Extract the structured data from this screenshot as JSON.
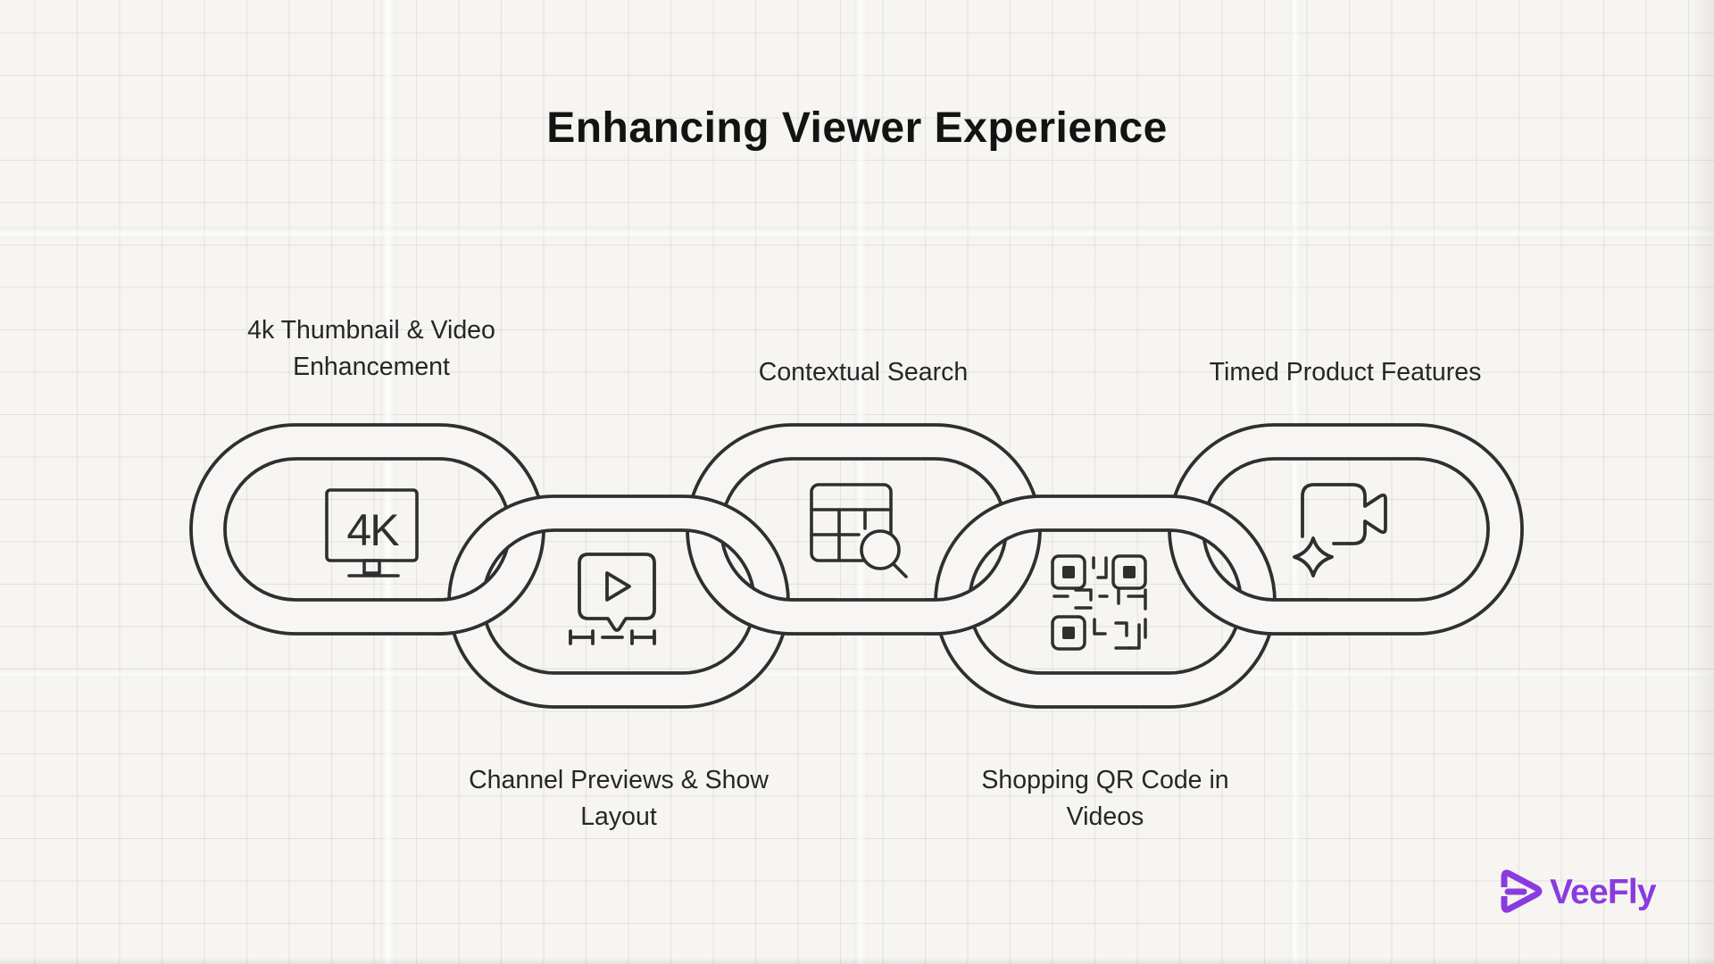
{
  "title": "Enhancing Viewer Experience",
  "items": [
    {
      "label": "4k Thumbnail & Video Enhancement",
      "lines": [
        "4k Thumbnail & Video",
        "Enhancement"
      ],
      "icon": "monitor-4k-icon",
      "position": "top"
    },
    {
      "label": "Channel Previews & Show Layout",
      "lines": [
        "Channel Previews & Show",
        "Layout"
      ],
      "icon": "play-bubble-timeline-icon",
      "position": "bottom"
    },
    {
      "label": "Contextual Search",
      "lines": [
        "Contextual Search"
      ],
      "icon": "table-search-icon",
      "position": "top"
    },
    {
      "label": "Shopping QR Code in Videos",
      "lines": [
        "Shopping QR Code in",
        "Videos"
      ],
      "icon": "qr-code-icon",
      "position": "bottom"
    },
    {
      "label": "Timed Product Features",
      "lines": [
        "Timed Product Features"
      ],
      "icon": "video-camera-sparkle-icon",
      "position": "top"
    }
  ],
  "icon_text": {
    "monitor_label": "4K"
  },
  "logo": {
    "text": "VeeFly",
    "color": "#8A3BDF"
  },
  "colors": {
    "ink": "#2f2f2f",
    "paper": "#f6f5f2",
    "band_fill": "#f7f6f4",
    "grid_line": "#c6c1b9",
    "text": "#262626",
    "title_text": "#131313"
  }
}
